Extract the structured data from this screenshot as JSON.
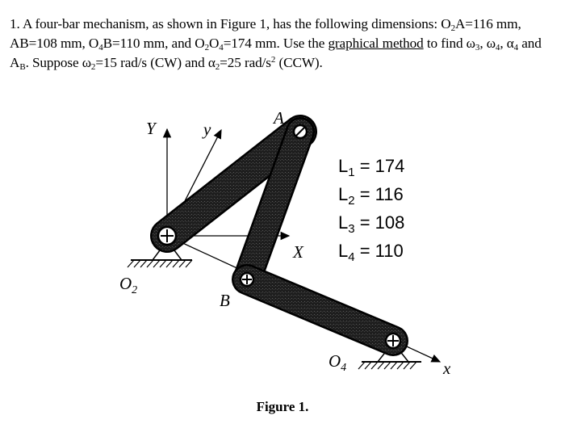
{
  "problem": {
    "p1": "1. A four-bar mechanism, as shown in Figure 1, has the following dimensions: O",
    "s1": "2",
    "p2": "A=116 mm, AB=108 mm, O",
    "s2": "4",
    "p3": "B=110 mm, and O",
    "s3": "2",
    "p4": "O",
    "s4": "4",
    "p5": "=174 mm. Use the ",
    "method": "graphical method",
    "p6": " to find ω",
    "s5": "3",
    "p7": ", ω",
    "s6": "4",
    "p8": ", α",
    "s7": "4",
    "p9": " and A",
    "s8": "B",
    "p10": ". Suppose ω",
    "s9": "2",
    "p11": "=15 rad/s (CW) and α",
    "s10": "2",
    "p12": "=25 rad/s",
    "sup1": "2",
    "p13": " (CCW)."
  },
  "figure": {
    "label_Y": "Y",
    "label_y": "y",
    "label_A": "A",
    "label_X": "X",
    "label_B": "B",
    "label_x": "x",
    "label_O2_main": "O",
    "label_O2_sub": "2",
    "label_O4_main": "O",
    "label_O4_sub": "4",
    "lengths": [
      {
        "name": "L",
        "sub": "1",
        "value": " = 174"
      },
      {
        "name": "L",
        "sub": "2",
        "value": " = 116"
      },
      {
        "name": "L",
        "sub": "3",
        "value": " = 108"
      },
      {
        "name": "L",
        "sub": "4",
        "value": " = 110"
      }
    ]
  },
  "caption": "Figure 1."
}
